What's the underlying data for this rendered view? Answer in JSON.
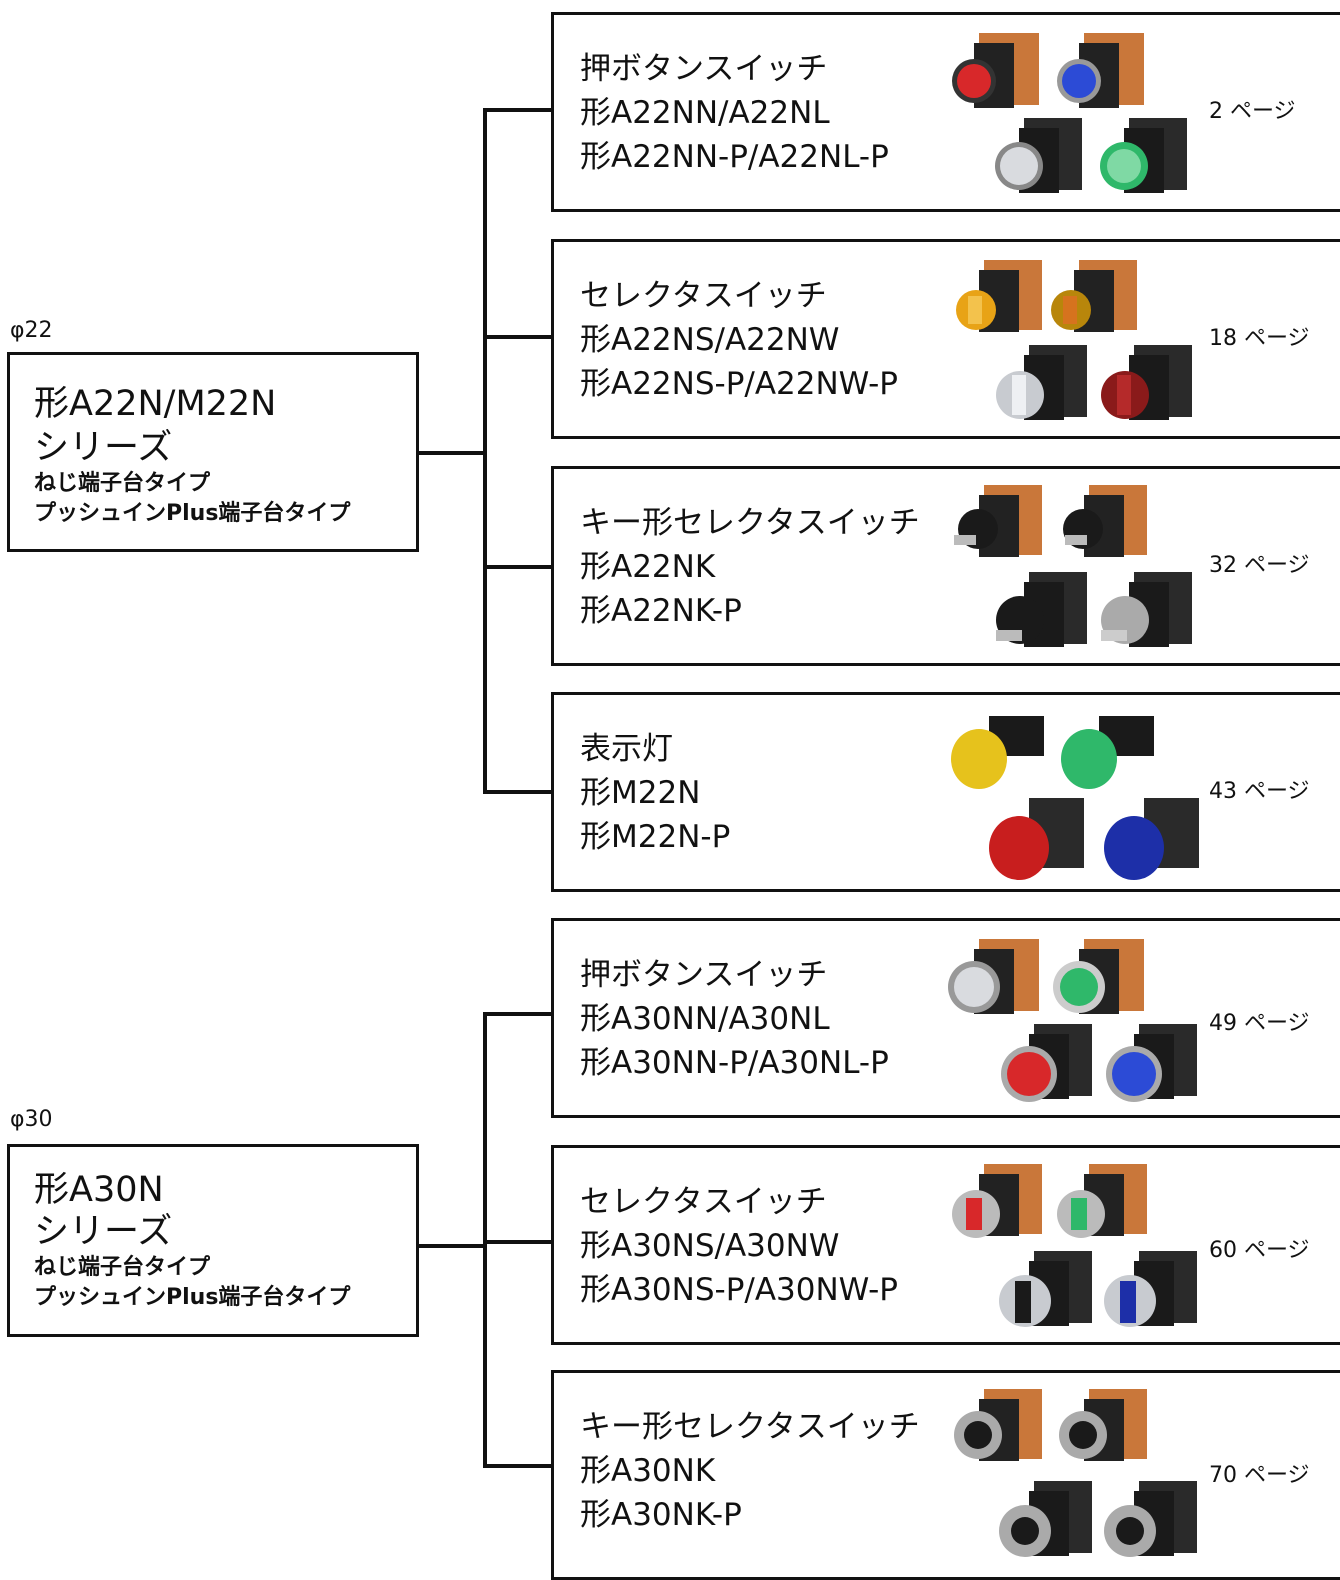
{
  "groups": [
    {
      "phi": "φ22",
      "series": {
        "title1": "形A22N/M22N",
        "title2": "シリーズ",
        "sub1": "ねじ端子台タイプ",
        "sub2": "プッシュインPlus端子台タイプ"
      },
      "products": [
        {
          "line1": "押ボタンスイッチ",
          "line2": "形A22NN/A22NL",
          "line3": "形A22NN-P/A22NL-P",
          "page": "2 ページ"
        },
        {
          "line1": "セレクタスイッチ",
          "line2": "形A22NS/A22NW",
          "line3": "形A22NS-P/A22NW-P",
          "page": "18 ページ"
        },
        {
          "line1": "キー形セレクタスイッチ",
          "line2": "形A22NK",
          "line3": "形A22NK-P",
          "page": "32 ページ"
        },
        {
          "line1": "表示灯",
          "line2": "形M22N",
          "line3": "形M22N-P",
          "page": "43 ページ"
        }
      ]
    },
    {
      "phi": "φ30",
      "series": {
        "title1": "形A30N",
        "title2": "シリーズ",
        "sub1": "ねじ端子台タイプ",
        "sub2": "プッシュインPlus端子台タイプ"
      },
      "products": [
        {
          "line1": "押ボタンスイッチ",
          "line2": "形A30NN/A30NL",
          "line3": "形A30NN-P/A30NL-P",
          "page": "49 ページ"
        },
        {
          "line1": "セレクタスイッチ",
          "line2": "形A30NS/A30NW",
          "line3": "形A30NS-P/A30NW-P",
          "page": "60 ページ"
        },
        {
          "line1": "キー形セレクタスイッチ",
          "line2": "形A30NK",
          "line3": "形A30NK-P",
          "page": "70 ページ"
        }
      ]
    }
  ],
  "colors": {
    "line": "#111111",
    "red": "#d8282a",
    "blue": "#2c4bd6",
    "silver": "#c8cbd0",
    "green": "#2fb86a",
    "amber": "#e8a316",
    "orange_block": "#c9773a",
    "dark_red": "#8a1a1a",
    "yellow": "#e6c21c",
    "black": "#1a1a1a"
  }
}
